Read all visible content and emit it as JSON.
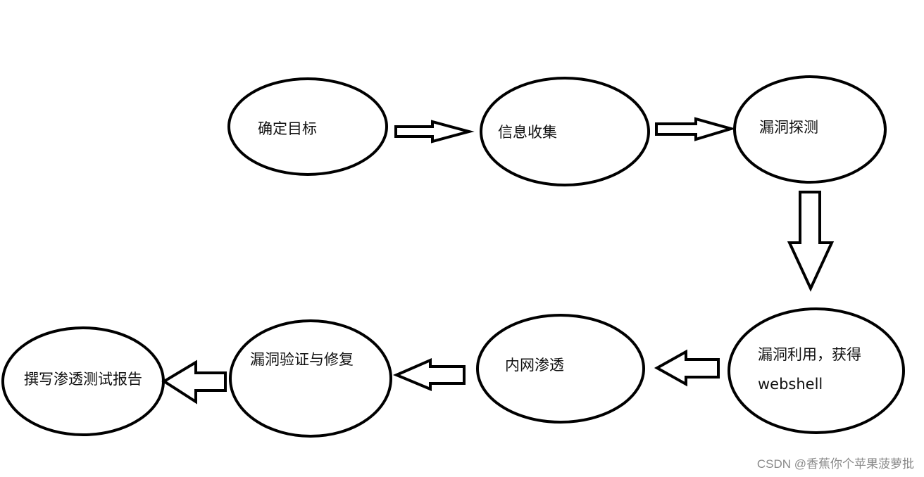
{
  "diagram": {
    "nodes": [
      {
        "id": "n1",
        "label": "确定目标"
      },
      {
        "id": "n2",
        "label": "信息收集"
      },
      {
        "id": "n3",
        "label": "漏洞探测"
      },
      {
        "id": "n4",
        "label_line1": "漏洞利用，获得",
        "label_line2": "webshell"
      },
      {
        "id": "n5",
        "label": "内网渗透"
      },
      {
        "id": "n6",
        "label": "漏洞验证与修复"
      },
      {
        "id": "n7",
        "label": "撰写渗透测试报告"
      }
    ],
    "edges": [
      {
        "from": "n1",
        "to": "n2"
      },
      {
        "from": "n2",
        "to": "n3"
      },
      {
        "from": "n3",
        "to": "n4"
      },
      {
        "from": "n4",
        "to": "n5"
      },
      {
        "from": "n5",
        "to": "n6"
      },
      {
        "from": "n6",
        "to": "n7"
      }
    ]
  },
  "watermark": "CSDN @香蕉你个苹果菠萝批"
}
